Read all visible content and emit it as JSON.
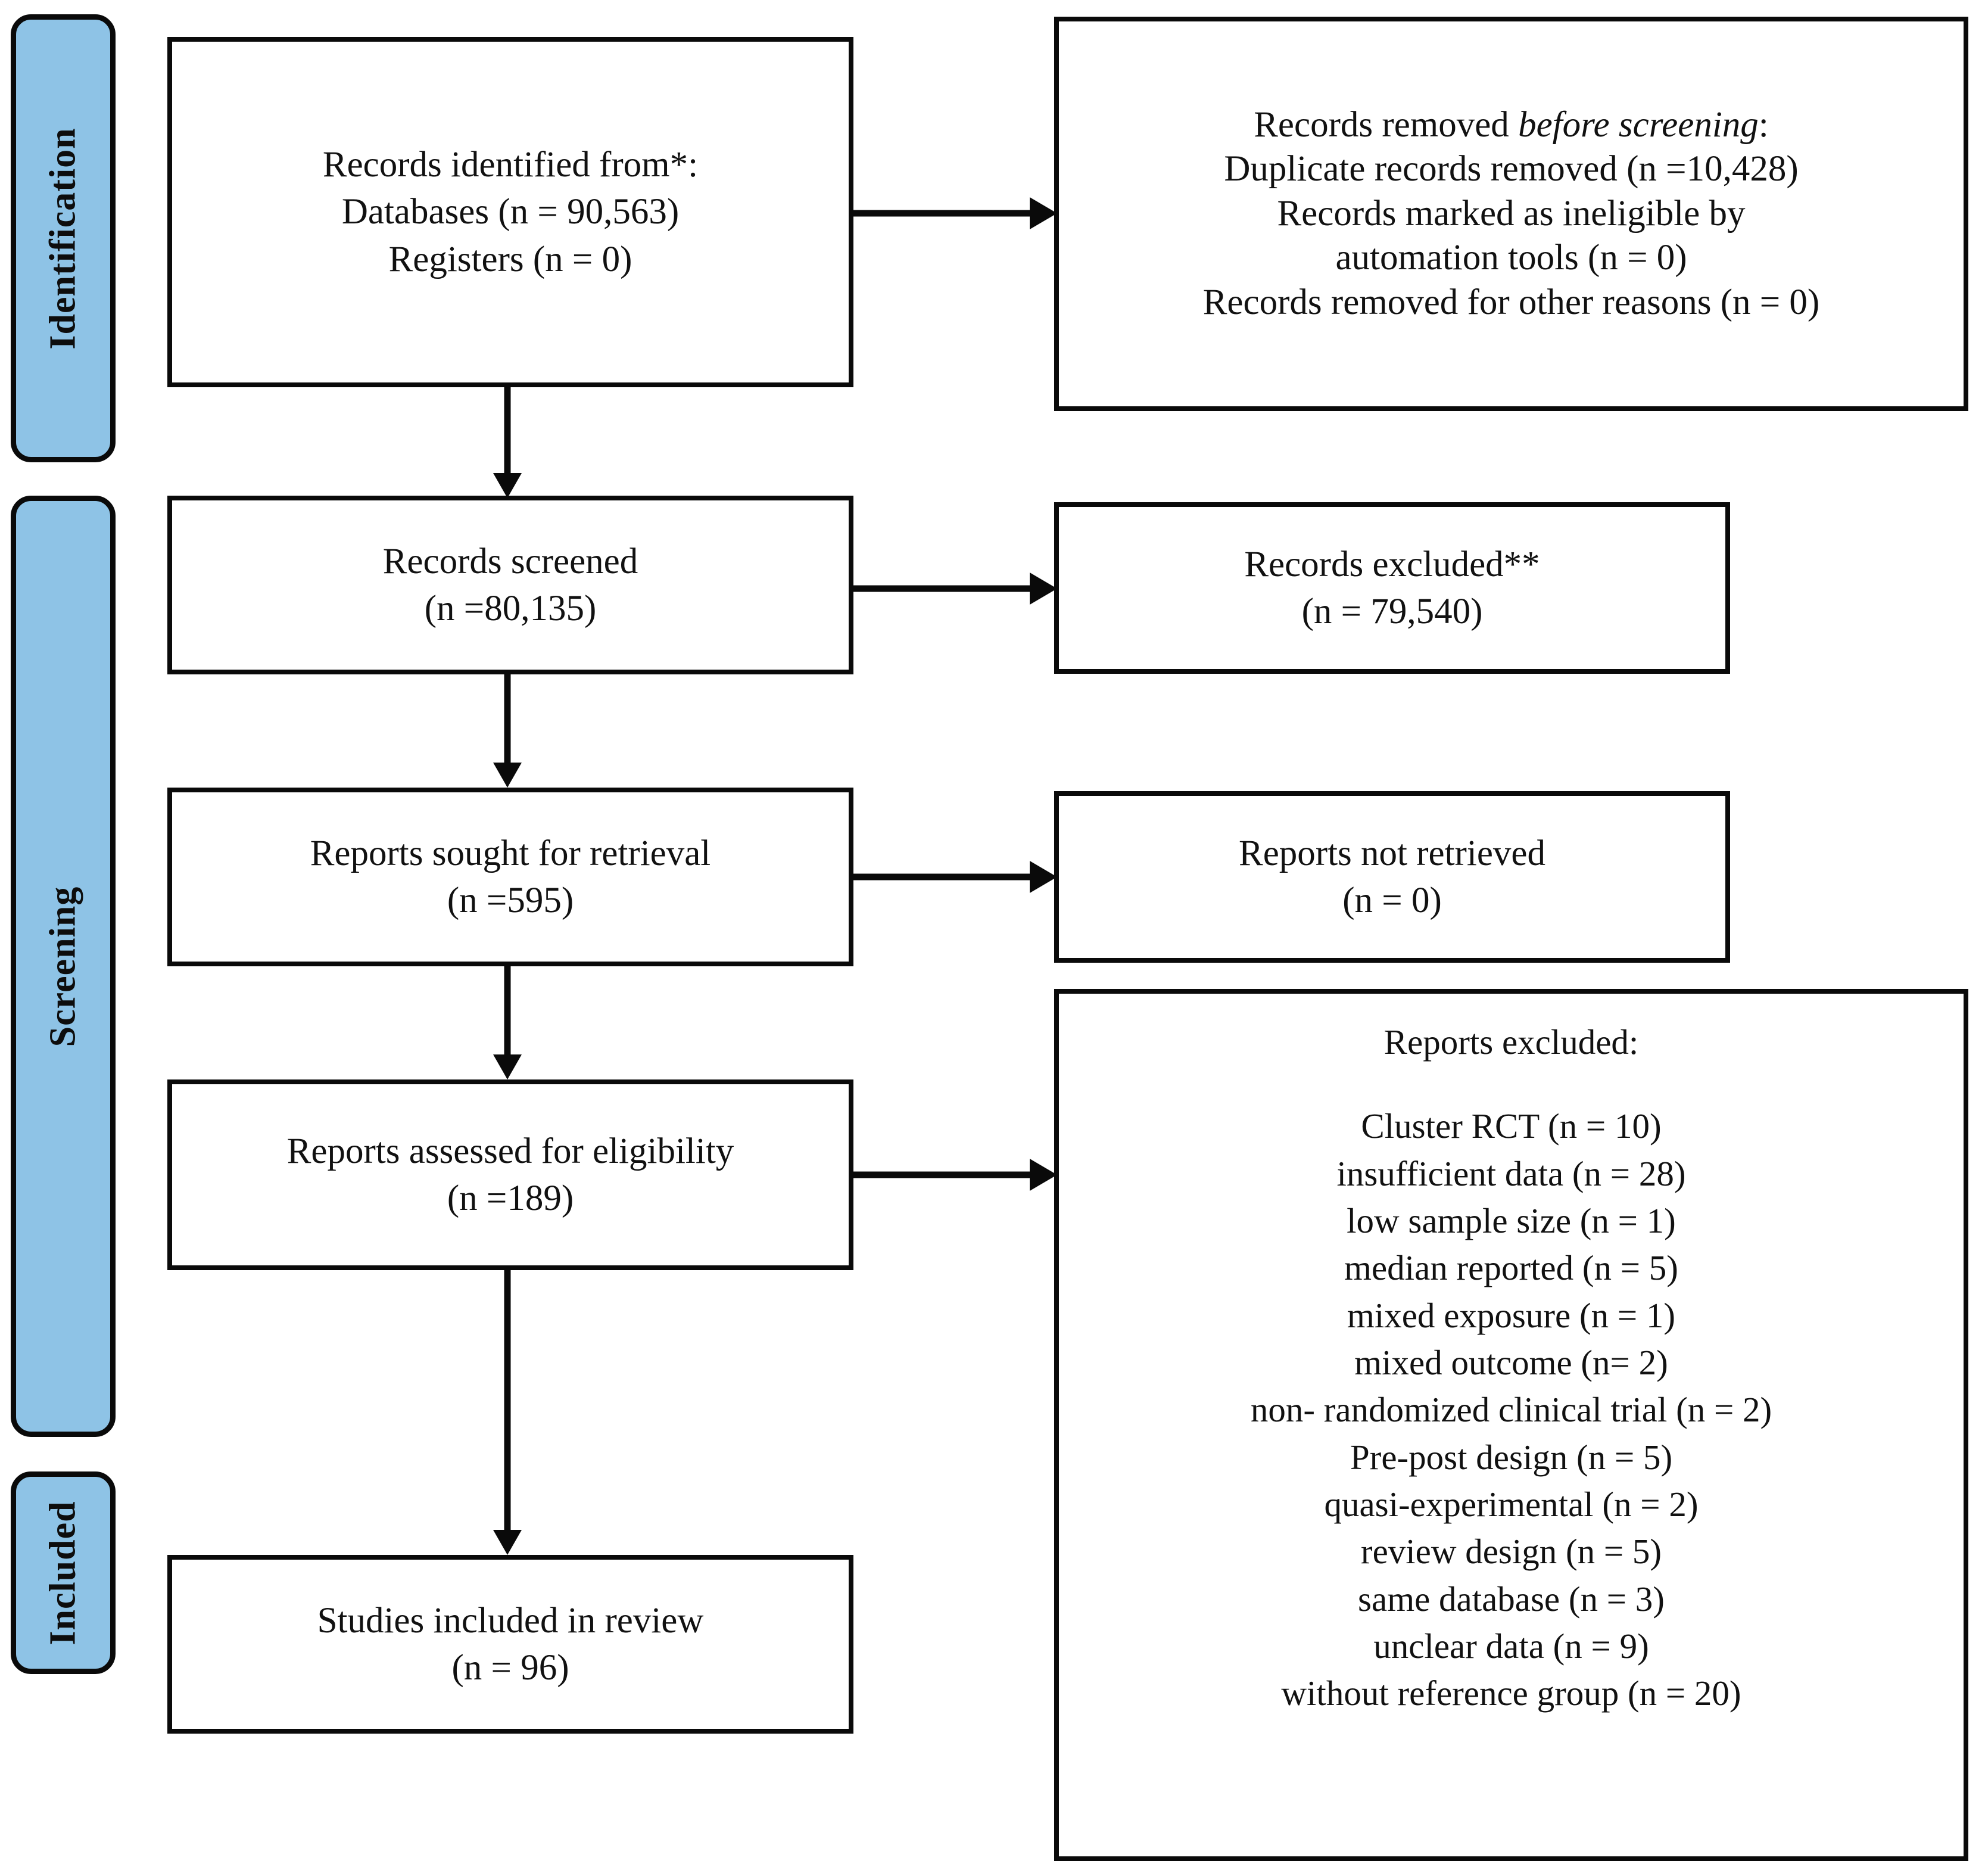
{
  "diagram": {
    "title": "PRISMA 2020 flow diagram",
    "accent_color": "#8ec3e6",
    "line_color": "#0a0a0a",
    "text_color": "#111111"
  },
  "stages": [
    {
      "id": "identification",
      "label": "Identification"
    },
    {
      "id": "screening",
      "label": "Screening"
    },
    {
      "id": "included",
      "label": "Included"
    }
  ],
  "boxes": {
    "records_identified": {
      "lines": [
        "Records identified from*:",
        "Databases (n = 90,563)",
        "Registers (n = 0)"
      ]
    },
    "records_removed": {
      "lines": [
        "Records removed before screening:",
        "Duplicate records removed (n =10,428)",
        "Records marked as ineligible by",
        "automation tools (n = 0)",
        "Records removed for other reasons (n = 0)"
      ],
      "italic_segment": "before screening"
    },
    "records_screened": {
      "lines": [
        "Records screened",
        "(n =80,135)"
      ]
    },
    "records_excluded": {
      "lines": [
        "Records excluded**",
        "(n = 79,540)"
      ]
    },
    "reports_sought": {
      "lines": [
        "Reports sought for retrieval",
        "(n =595)"
      ]
    },
    "reports_not_retrieved": {
      "lines": [
        "Reports not retrieved",
        "(n = 0)"
      ]
    },
    "reports_assessed": {
      "lines": [
        "Reports assessed for eligibility",
        "(n =189)"
      ]
    },
    "reports_excluded": {
      "heading": "Reports excluded:",
      "reasons": [
        "Cluster RCT (n = 10)",
        "insufficient data (n = 28)",
        "low sample size (n = 1)",
        "median reported (n = 5)",
        "mixed exposure (n = 1)",
        "mixed outcome (n= 2)",
        "non- randomized clinical trial (n = 2)",
        "Pre-post design (n = 5)",
        "quasi-experimental (n = 2)",
        "review design (n = 5)",
        "same database (n = 3)",
        "unclear data (n = 9)",
        "without reference group (n = 20)"
      ]
    },
    "studies_included": {
      "lines": [
        "Studies included in review",
        "(n = 96)"
      ]
    }
  }
}
